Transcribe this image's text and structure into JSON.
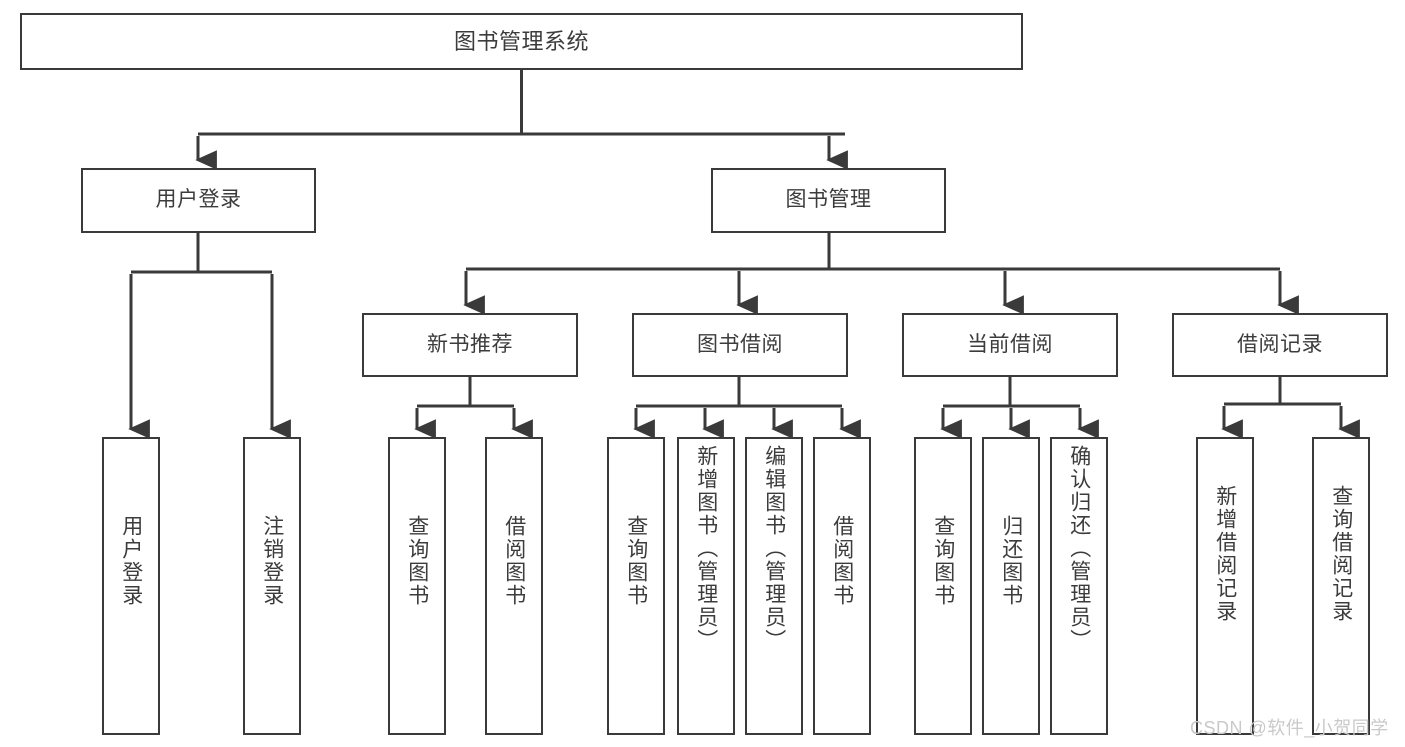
{
  "diagram": {
    "title": "图书管理系统",
    "root": {
      "label": "图书管理系统"
    },
    "level2": [
      {
        "label": "用户登录"
      },
      {
        "label": "图书管理"
      }
    ],
    "level3": [
      {
        "label": "新书推荐"
      },
      {
        "label": "图书借阅"
      },
      {
        "label": "当前借阅"
      },
      {
        "label": "借阅记录"
      }
    ],
    "leaves": {
      "user_login": [
        {
          "label": "用户登录"
        },
        {
          "label": "注销登录"
        }
      ],
      "new_book": [
        {
          "label": "查询图书"
        },
        {
          "label": "借阅图书"
        }
      ],
      "borrow_book": [
        {
          "label": "查询图书"
        },
        {
          "label": "新增图书（管理员）"
        },
        {
          "label": "编辑图书（管理员）"
        },
        {
          "label": "借阅图书"
        }
      ],
      "current_borrow": [
        {
          "label": "查询图书"
        },
        {
          "label": "归还图书"
        },
        {
          "label": "确认归还（管理员）"
        }
      ],
      "borrow_record": [
        {
          "label": "新增借阅记录"
        },
        {
          "label": "查询借阅记录"
        }
      ]
    }
  },
  "watermark": {
    "text": "CSDN @软件_小贺同学"
  },
  "colors": {
    "stroke": "#3a3a3a",
    "text": "#3c3c3c",
    "background": "#ffffff",
    "watermark": "#c9c9c9"
  }
}
